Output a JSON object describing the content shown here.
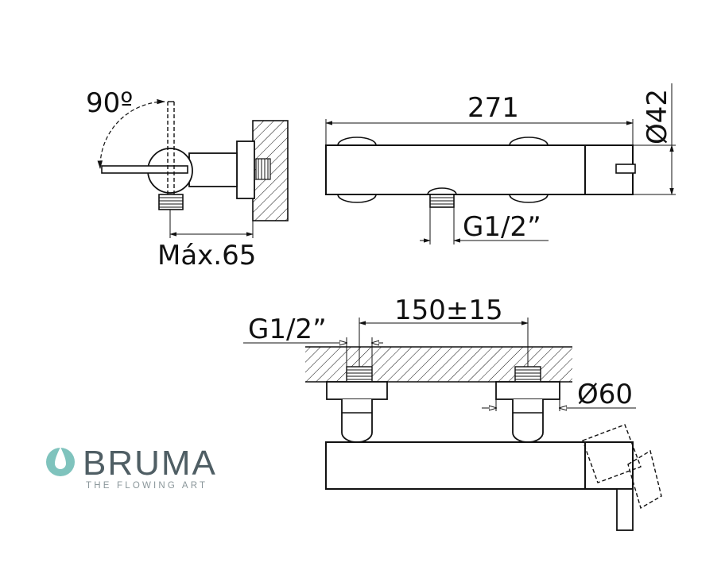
{
  "brand": {
    "name": "BRUMA",
    "tagline": "THE FLOWING ART",
    "logo_color": "#7fc3bd"
  },
  "side_view": {
    "rotation_label": "90º",
    "max_depth_label": "Máx.65"
  },
  "front_view": {
    "length_label": "271",
    "diameter_label": "Ø42",
    "thread_label": "G1/2”"
  },
  "top_view": {
    "thread_label": "G1/2”",
    "spacing_label": "150±15",
    "flange_label": "Ø60"
  }
}
